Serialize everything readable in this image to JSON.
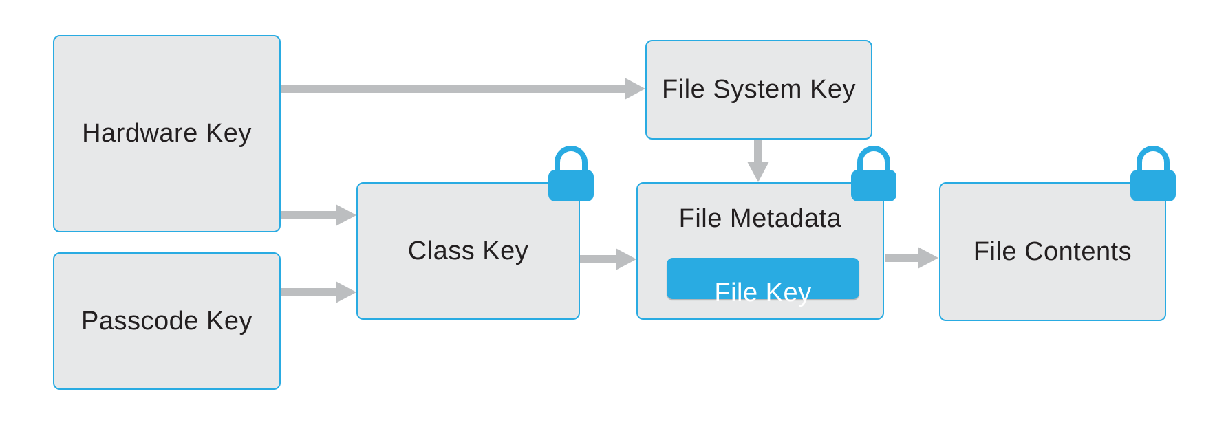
{
  "nodes": {
    "hardware_key": {
      "label": "Hardware Key"
    },
    "passcode_key": {
      "label": "Passcode Key"
    },
    "class_key": {
      "label": "Class Key",
      "locked": true
    },
    "file_system_key": {
      "label": "File System Key"
    },
    "file_metadata": {
      "label": "File Metadata",
      "locked": true
    },
    "file_key": {
      "label": "File Key"
    },
    "file_contents": {
      "label": "File Contents",
      "locked": true
    }
  },
  "connections": [
    {
      "from": "hardware_key",
      "to": "file_system_key",
      "direction": "right"
    },
    {
      "from": "hardware_key",
      "to": "class_key",
      "direction": "right"
    },
    {
      "from": "passcode_key",
      "to": "class_key",
      "direction": "right"
    },
    {
      "from": "class_key",
      "to": "file_metadata",
      "direction": "right"
    },
    {
      "from": "file_system_key",
      "to": "file_metadata",
      "direction": "down"
    },
    {
      "from": "file_metadata",
      "to": "file_contents",
      "direction": "right"
    }
  ],
  "icons": {
    "lock": "lock-icon"
  },
  "colors": {
    "accent_blue": "#29ABE2",
    "box_fill": "#E7E8E9",
    "box_border": "#29ABE2",
    "arrow_gray": "#BCBEC0",
    "text_dark": "#231F20",
    "file_key_text": "#FFFFFF",
    "background": "#FFFFFF"
  }
}
